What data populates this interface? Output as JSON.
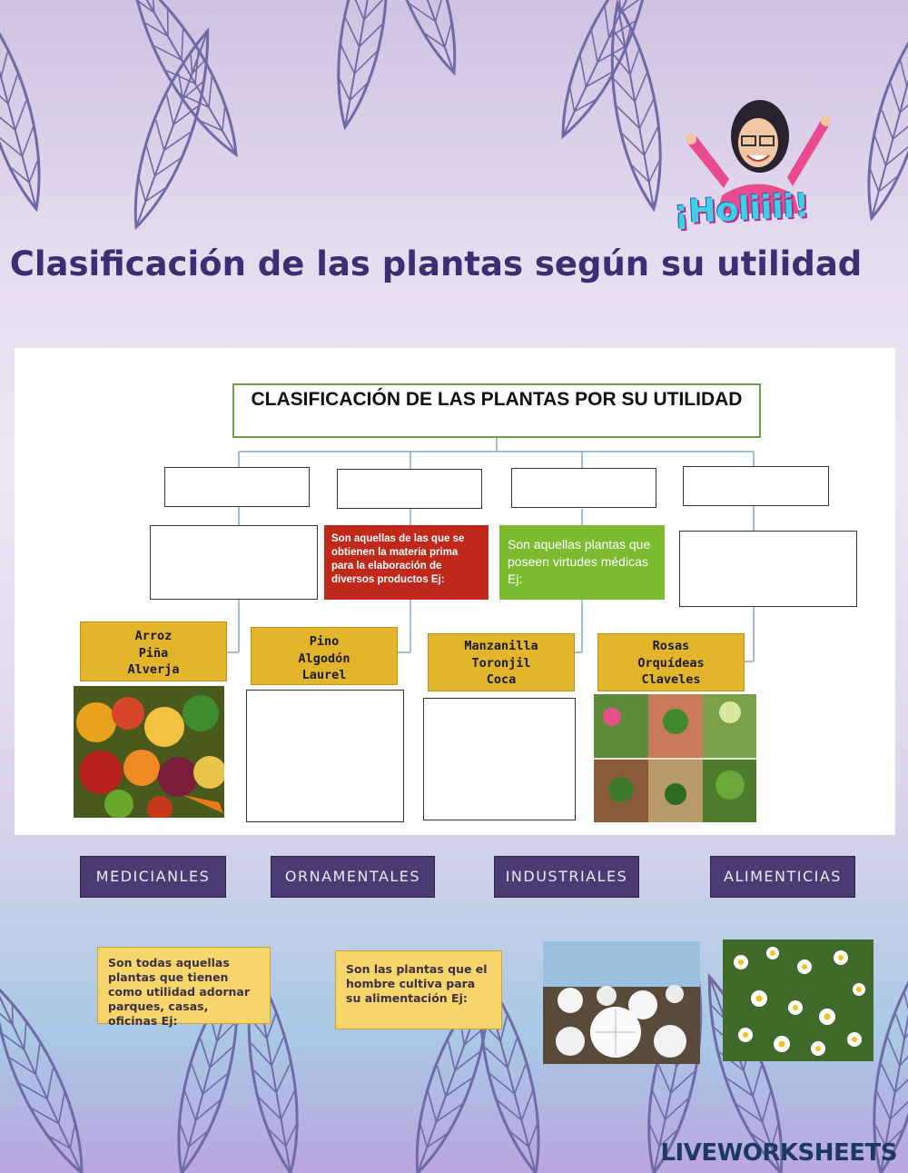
{
  "page_title": "Clasificación de las plantas según su utilidad",
  "greeting": "¡Holiiii!",
  "diagram": {
    "title": "CLASIFICACIÓN DE LAS PLANTAS POR SU UTILIDAD",
    "desc_industrial": "Son aquellas de las que se obtienen la materia prima para la elaboración de diversos productos Ej:",
    "desc_medicinal": "Son aquellas plantas que poseen virtudes médicas Ej:",
    "examples": [
      [
        "Arroz",
        "Piña",
        "Alverja"
      ],
      [
        "Pino",
        "Algodón",
        "Laurel"
      ],
      [
        "Manzanilla",
        "Toronjil",
        "Coca"
      ],
      [
        "Rosas",
        "Orquídeas",
        "Claveles"
      ]
    ]
  },
  "options": {
    "b1": "MEDICIANLES",
    "b2": "ORNAMENTALES",
    "b3": "INDUSTRIALES",
    "b4": "ALIMENTICIAS"
  },
  "drag_texts": {
    "ornamental": "Son todas aquellas plantas que tienen como utilidad adornar parques, casas, oficinas Ej:",
    "food": "Son las plantas que el hombre cultiva para su alimentación Ej:"
  },
  "footer_logo": "LIVEWORKSHEETS",
  "colors": {
    "title": "#3b2e72",
    "button": "#4c3b72",
    "yellow": "#e2b52a",
    "red": "#c0281b",
    "green": "#7cbb2f"
  }
}
